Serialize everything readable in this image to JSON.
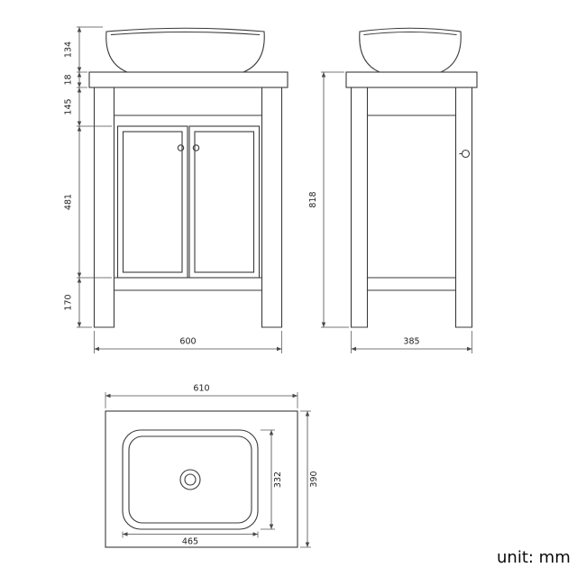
{
  "drawing": {
    "background": "#ffffff",
    "line_color": "#3a3a3a",
    "dim_color": "#4a4a4a",
    "unit_label": "unit: mm",
    "front_view": {
      "basin_height": "134",
      "countertop_thickness": "18",
      "apron_height": "145",
      "door_height": "481",
      "leg_height": "170",
      "overall_width": "600"
    },
    "side_view": {
      "overall_height": "818",
      "overall_depth": "385"
    },
    "top_view": {
      "countertop_width": "610",
      "countertop_depth": "390",
      "basin_cutout_width": "465",
      "basin_cutout_depth": "332"
    }
  }
}
